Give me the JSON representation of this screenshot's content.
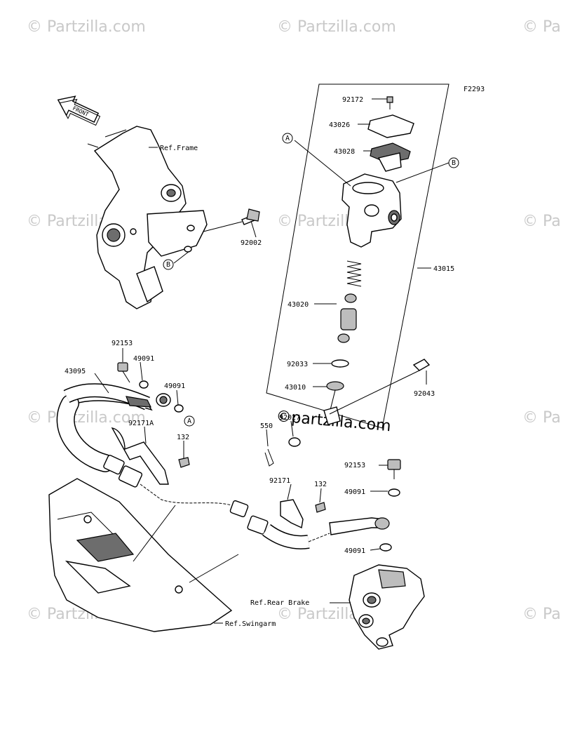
{
  "figure_code": "F2293",
  "watermark_text": "© Partzilla.com",
  "watermark_center_text": "©partzilla.com",
  "front_arrow_text": "FRONT",
  "callouts": {
    "A": "A",
    "B": "B"
  },
  "labels": {
    "p92172": "92172",
    "p43026": "43026",
    "p43028": "43028",
    "p43015": "43015",
    "p43020": "43020",
    "p92033": "92033",
    "p43010": "43010",
    "p92043": "92043",
    "p92002": "92002",
    "p92153a": "92153",
    "p49091a": "49091",
    "p49091b": "49091",
    "p43095": "43095",
    "p92171A": "92171A",
    "p132a": "132",
    "p550": "550",
    "p92027": "92027",
    "p92153b": "92153",
    "p49091c": "49091",
    "p92171": "92171",
    "p132b": "132",
    "p49091d": "49091",
    "ref_frame": "Ref.Frame",
    "ref_rear_brake": "Ref.Rear Brake",
    "ref_swingarm": "Ref.Swingarm"
  }
}
